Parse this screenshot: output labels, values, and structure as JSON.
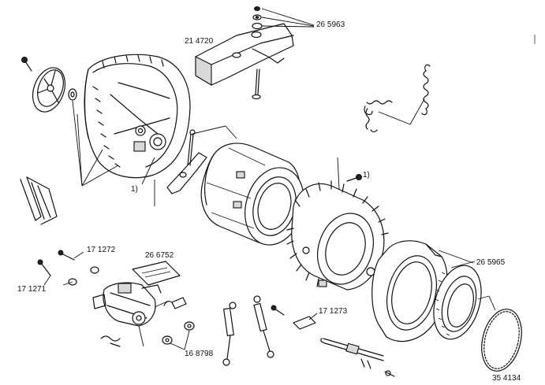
{
  "labels": {
    "l_265963": "26 5963",
    "l_214720": "21 4720",
    "l_note1a": "1)",
    "l_note1b": "1)",
    "l_171272": "17 1272",
    "l_171271": "17 1271",
    "l_266752": "26 6752",
    "l_265965": "26 5965",
    "l_171273": "17 1273",
    "l_168798": "16 8798",
    "l_354134": "35 4134"
  }
}
